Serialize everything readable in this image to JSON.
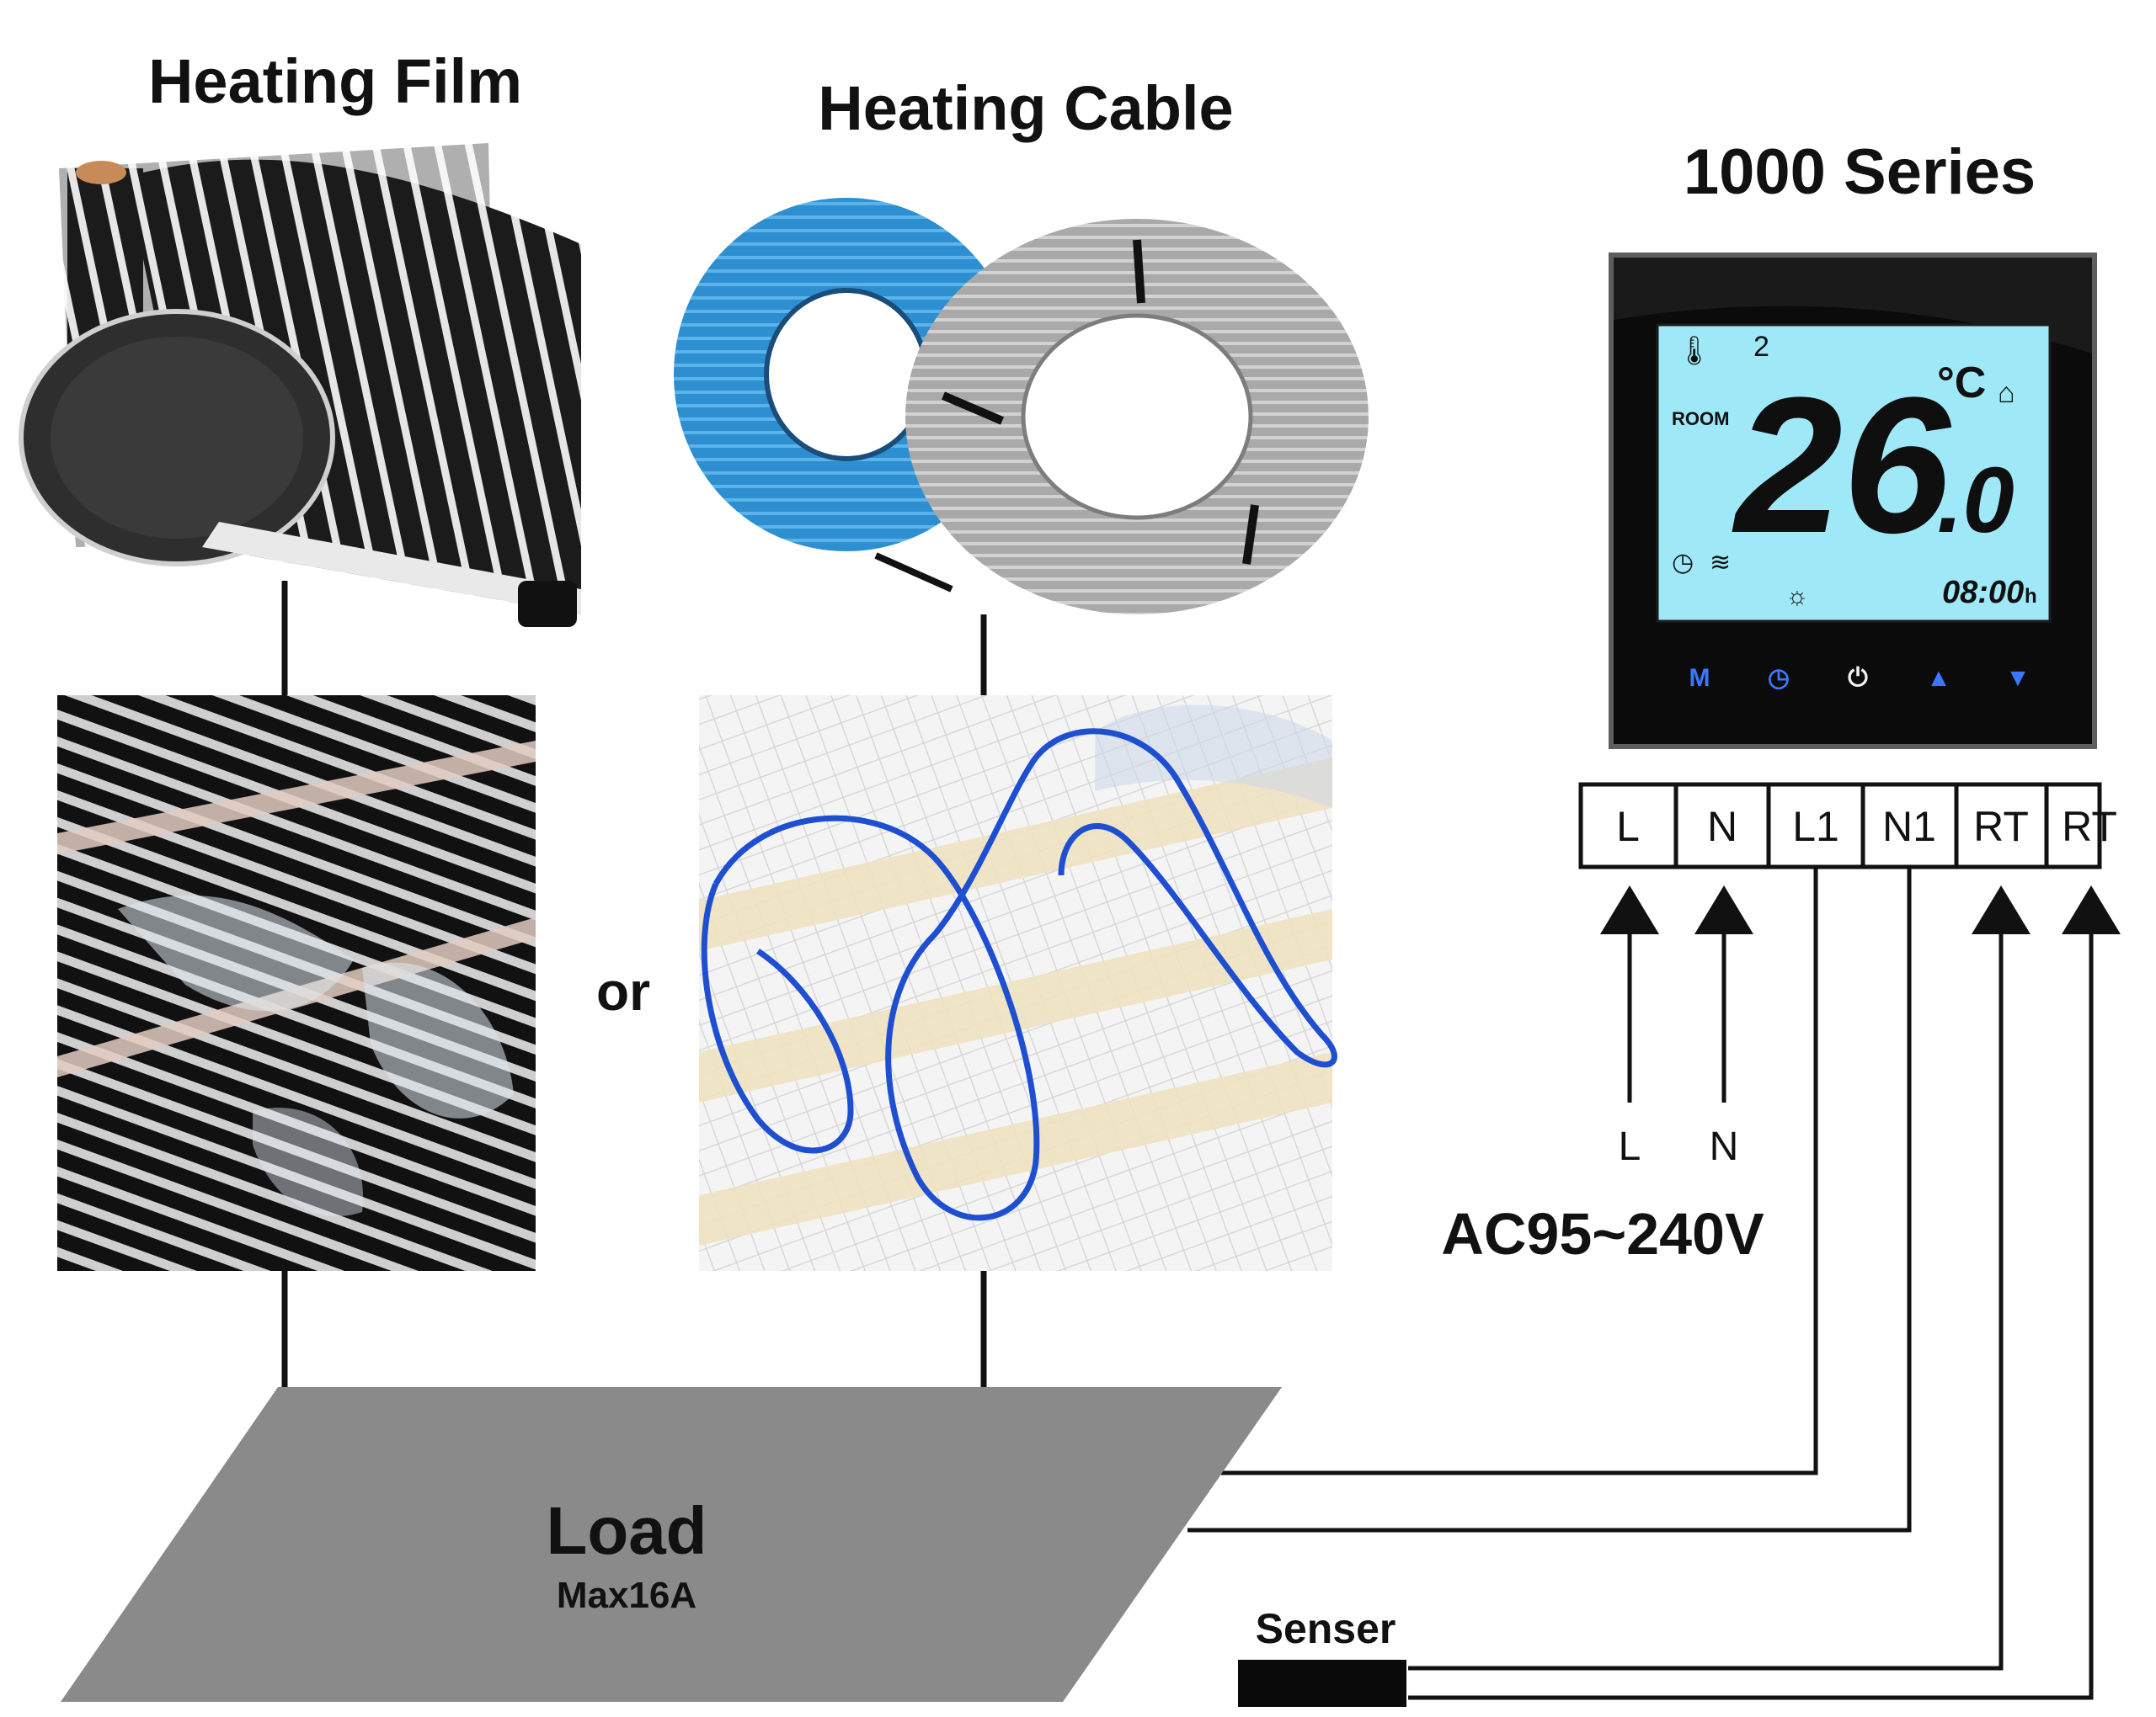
{
  "titles": {
    "heating_film": "Heating Film",
    "heating_cable": "Heating Cable",
    "series": "1000 Series"
  },
  "connector_word": "or",
  "thermostat": {
    "display": {
      "program_number": "2",
      "room_label": "ROOM",
      "temperature_main": "26",
      "temperature_decimal": ".0",
      "unit": "°C",
      "clock": "08:00",
      "clock_suffix": "h"
    },
    "buttons": [
      "M",
      "clock",
      "power",
      "up",
      "down"
    ],
    "accent_color": "#3a78ff",
    "screen_color": "#9fe8f7"
  },
  "terminals": [
    "L",
    "N",
    "L1",
    "N1",
    "RT",
    "RT"
  ],
  "supply": {
    "inputs": [
      "L",
      "N"
    ],
    "voltage": "AC95~240V"
  },
  "load": {
    "title": "Load",
    "rating": "Max16A"
  },
  "sensor_label": "Senser",
  "colors": {
    "cable_blue": "#2e8fd0",
    "cable_grey": "#a9a9a9",
    "load_grey": "#8a8a8a",
    "mat_wire": "#1f4fd1"
  }
}
